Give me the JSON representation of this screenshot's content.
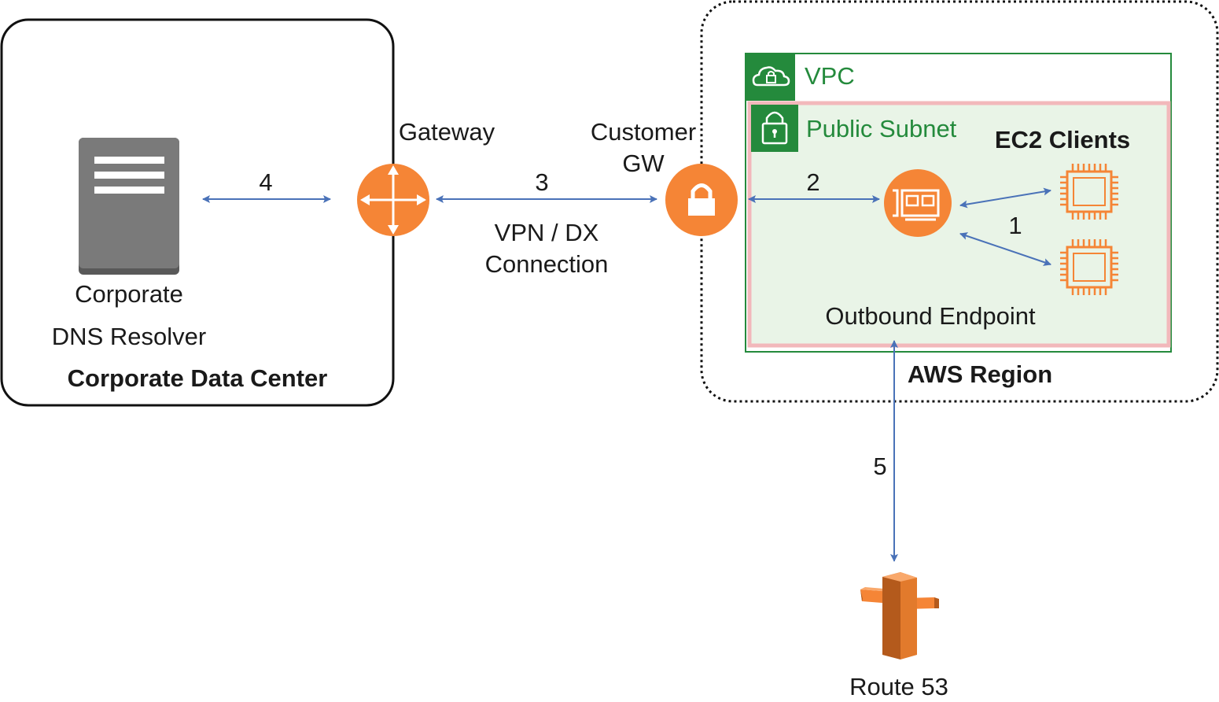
{
  "colors": {
    "arrow": "#4a72b8",
    "aws_orange": "#f58536",
    "vpc_green": "#248a3c",
    "subnet_fill": "#e9f4e7",
    "subnet_border": "#f2b8bb",
    "server_gray": "#7a7a7a",
    "route53_orange": "#e27a2c"
  },
  "labels": {
    "corporate_data_center": "Corporate Data Center",
    "corporate_resolver_line1": "Corporate",
    "corporate_resolver_line2": "DNS Resolver",
    "gateway": "Gateway",
    "customer_gw_line1": "Customer",
    "customer_gw_line2": "GW",
    "vpn_dx_line1": "VPN / DX",
    "vpn_dx_line2": "Connection",
    "vpc": "VPC",
    "public_subnet": "Public Subnet",
    "ec2_clients": "EC2 Clients",
    "outbound_endpoint": "Outbound Endpoint",
    "aws_region": "AWS Region",
    "route53": "Route 53"
  },
  "steps": {
    "step1": "1",
    "step2": "2",
    "step3": "3",
    "step4": "4",
    "step5": "5"
  },
  "icons": {
    "server": "server-icon",
    "router": "router-icon",
    "vpn_gateway": "lock-icon",
    "eni": "network-interface-icon",
    "ec2": "ec2-instance-icon",
    "route53": "route53-icon",
    "vpc_cloud": "cloud-lock-icon",
    "subnet_lock": "padlock-icon"
  }
}
